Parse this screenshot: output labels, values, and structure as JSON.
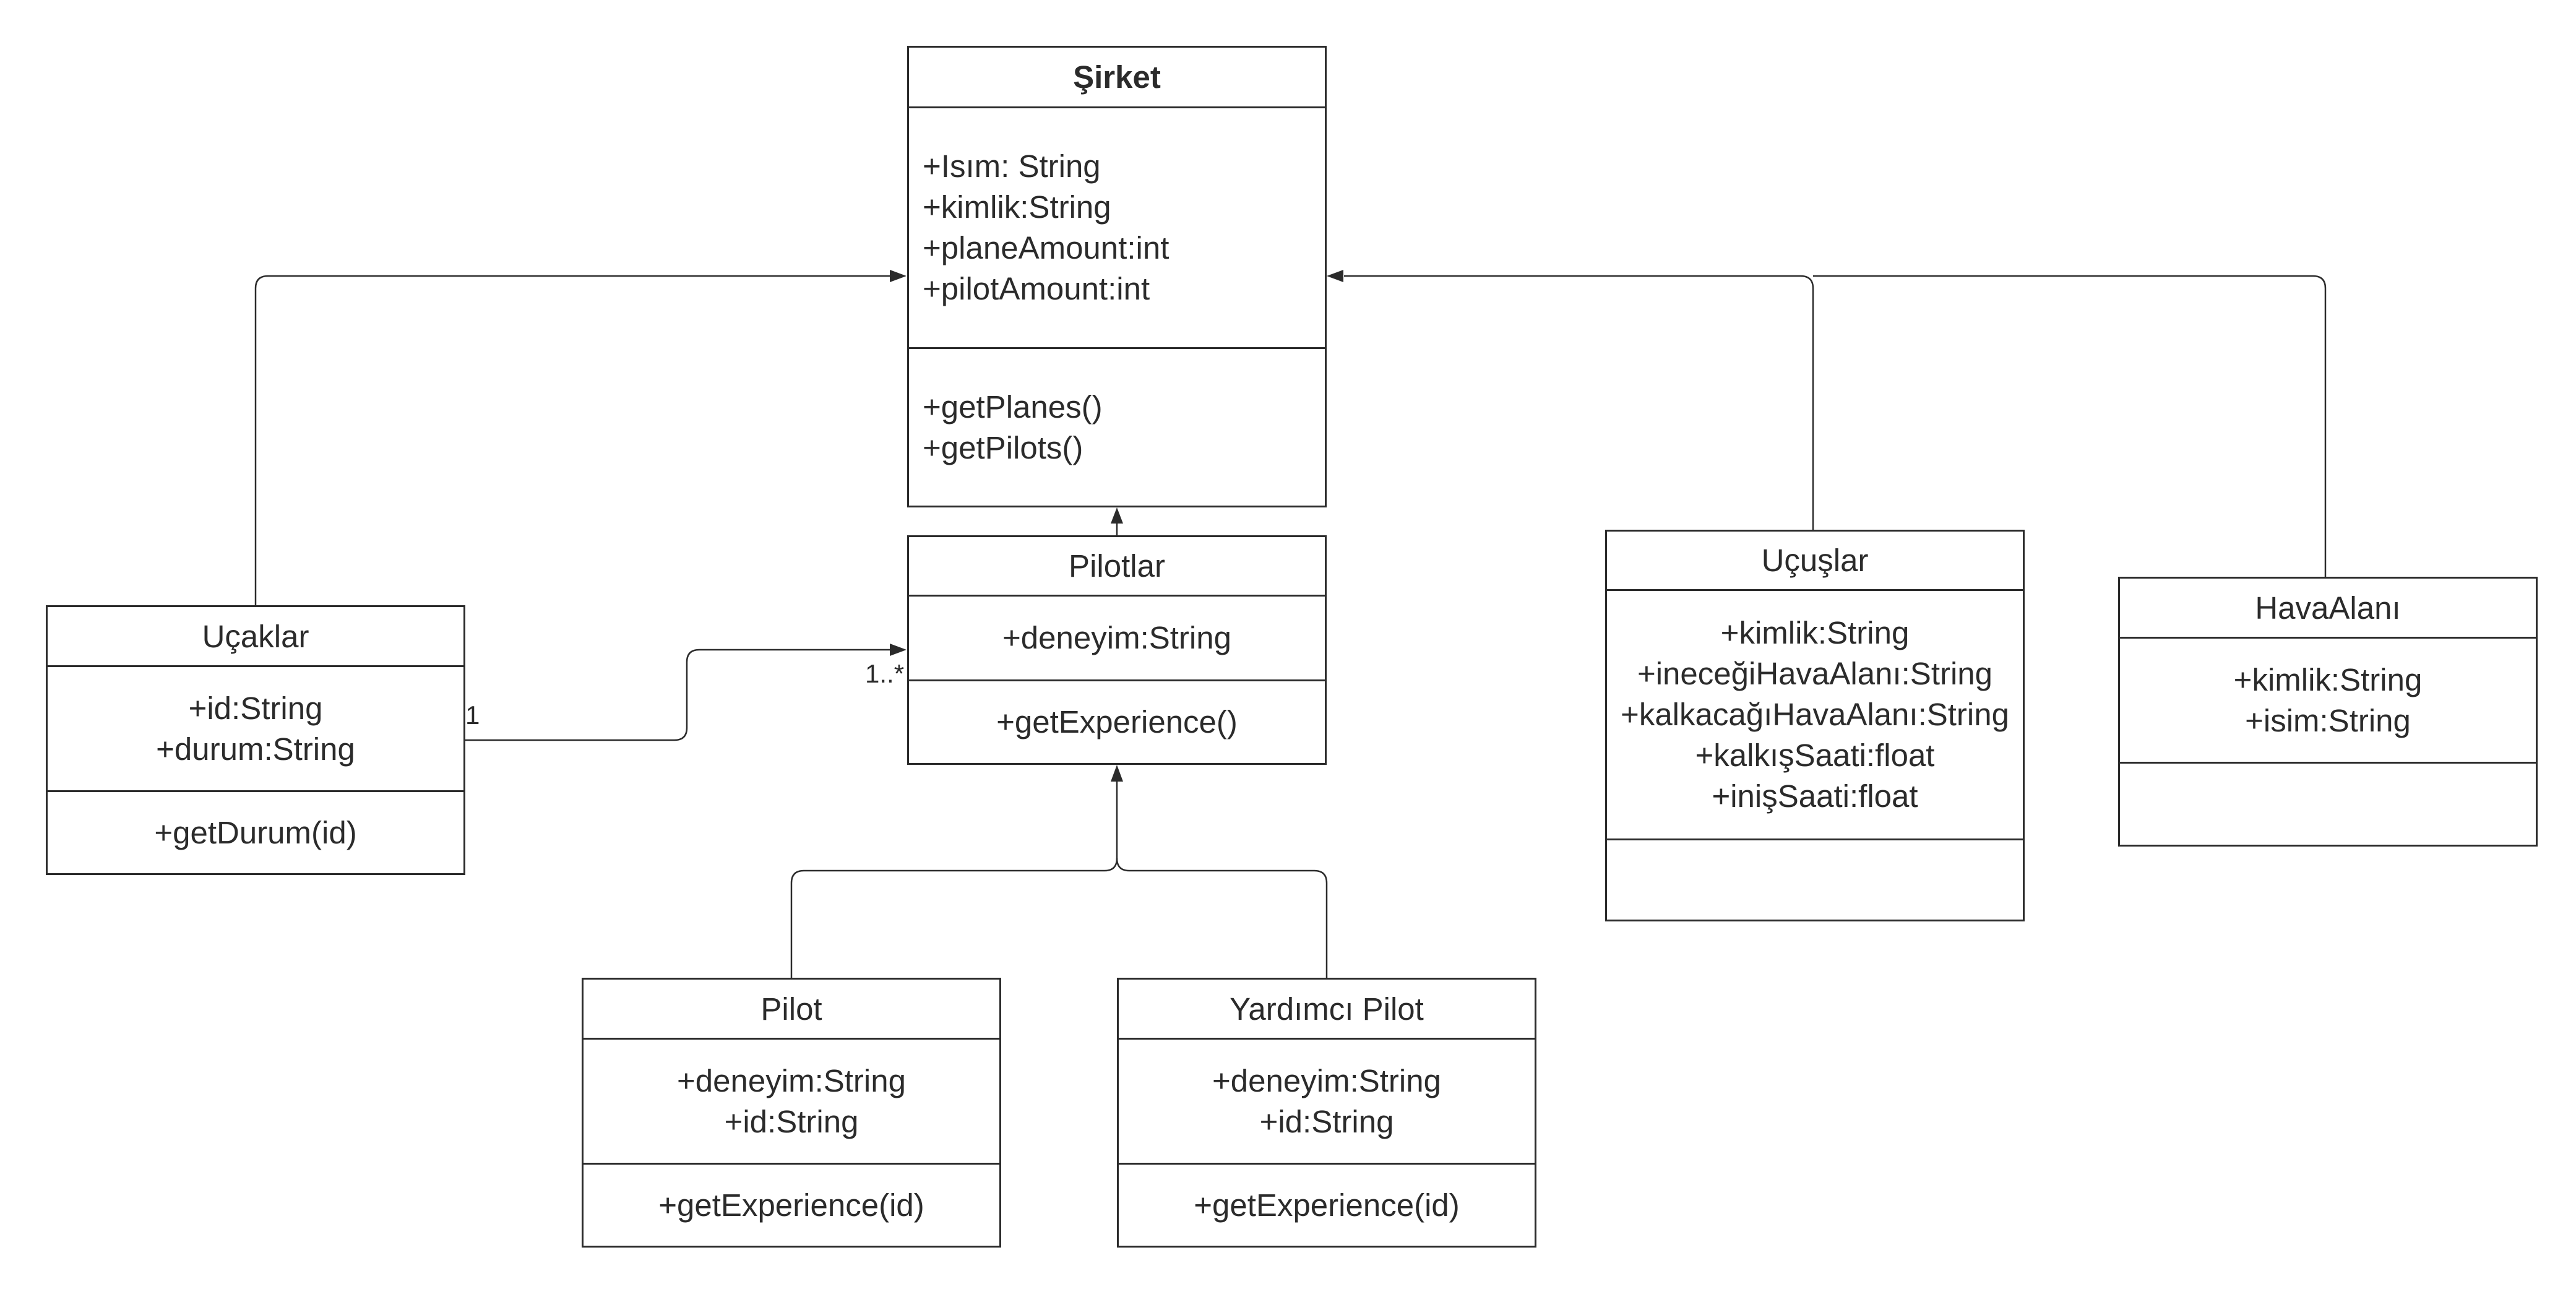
{
  "classes": {
    "sirket": {
      "name": "Şirket",
      "attributes": [
        "+Isım: String",
        "+kimlik:String",
        "+planeAmount:int",
        "+pilotAmount:int"
      ],
      "methods": [
        "+getPlanes()",
        "+getPilots()"
      ]
    },
    "pilotlar": {
      "name": "Pilotlar",
      "attributes": [
        "+deneyim:String"
      ],
      "methods": [
        "+getExperience()"
      ]
    },
    "ucaklar": {
      "name": "Uçaklar",
      "attributes": [
        "+id:String",
        "+durum:String"
      ],
      "methods": [
        "+getDurum(id)"
      ]
    },
    "ucuslar": {
      "name": "Uçuşlar",
      "attributes": [
        "+kimlik:String",
        "+ineceğiHavaAlanı:String",
        "+kalkacağıHavaAlanı:String",
        "+kalkışSaati:float",
        "+inişSaati:float"
      ],
      "methods": []
    },
    "havaalani": {
      "name": "HavaAlanı",
      "attributes": [
        "+kimlik:String",
        "+isim:String"
      ],
      "methods": []
    },
    "pilot": {
      "name": "Pilot",
      "attributes": [
        "+deneyim:String",
        "+id:String"
      ],
      "methods": [
        "+getExperience(id)"
      ]
    },
    "yardimci": {
      "name": "Yardımcı Pilot",
      "attributes": [
        "+deneyim:String",
        "+id:String"
      ],
      "methods": [
        "+getExperience(id)"
      ]
    }
  },
  "associations": {
    "ucaklar_pilotlar": {
      "source_multiplicity": "1",
      "target_multiplicity": "1..*"
    }
  },
  "colors": {
    "line": "#2b2b2b",
    "box_fill": "#ffffff",
    "background": "#ffffff"
  }
}
